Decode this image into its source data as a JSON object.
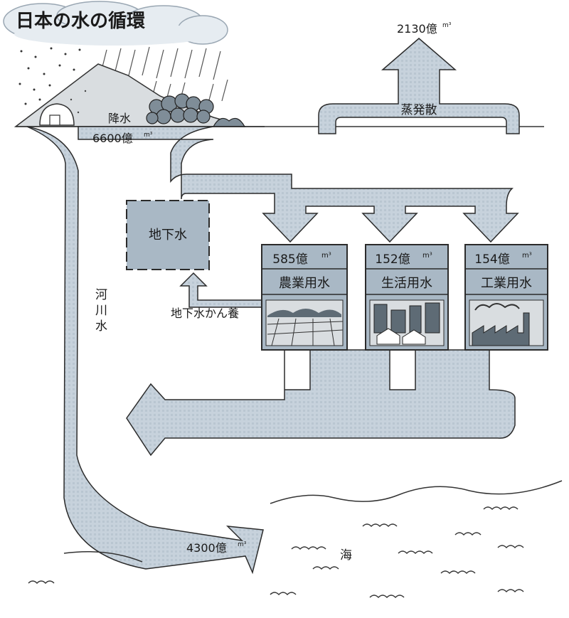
{
  "title": "日本の水の循環",
  "precipitation": {
    "label": "降水",
    "value": "6600億",
    "unit": "m³"
  },
  "evaporation": {
    "label": "蒸発散",
    "value": "2130億",
    "unit": "m³"
  },
  "river": {
    "label_line1": "河",
    "label_line2": "川",
    "label_line3": "水"
  },
  "groundwater": {
    "label": "地下水"
  },
  "recharge": {
    "label": "地下水かん養"
  },
  "uses": [
    {
      "value": "585億",
      "unit": "m³",
      "label": "農業用水"
    },
    {
      "value": "152億",
      "unit": "m³",
      "label": "生活用水"
    },
    {
      "value": "154億",
      "unit": "m³",
      "label": "工業用水"
    }
  ],
  "outflow": {
    "value": "4300億",
    "unit": "m³"
  },
  "sea": {
    "label": "海"
  },
  "colors": {
    "flow_fill": "#c7d2dc",
    "box_fill": "#a9b8c5",
    "outline": "#2b2b2b",
    "cloud": "#e6ecf1"
  }
}
